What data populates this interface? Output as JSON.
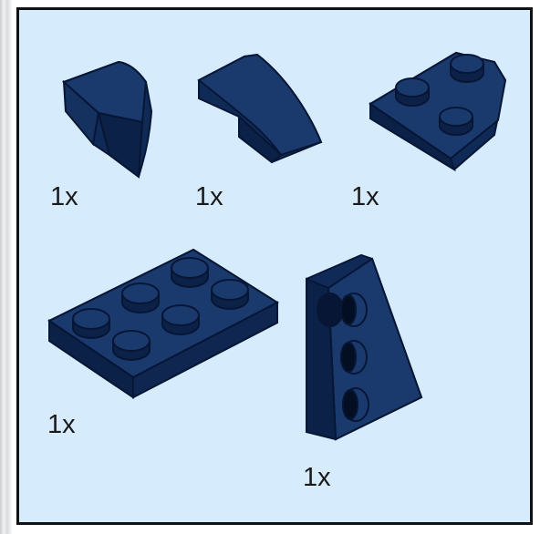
{
  "colors": {
    "panel_background": "#d6ebfb",
    "panel_border": "#111111",
    "brick_top": "#1a3a6e",
    "brick_side": "#102a57",
    "brick_dark": "#061634",
    "text": "#1a1a1a"
  },
  "parts": [
    {
      "id": "curved-slope-corner",
      "quantity_label": "1x"
    },
    {
      "id": "curved-slope-2x1",
      "quantity_label": "1x"
    },
    {
      "id": "wedge-plate-3",
      "quantity_label": "1x"
    },
    {
      "id": "plate-2x4",
      "quantity_label": "1x"
    },
    {
      "id": "wedge-plate-3x2",
      "quantity_label": "1x"
    }
  ]
}
